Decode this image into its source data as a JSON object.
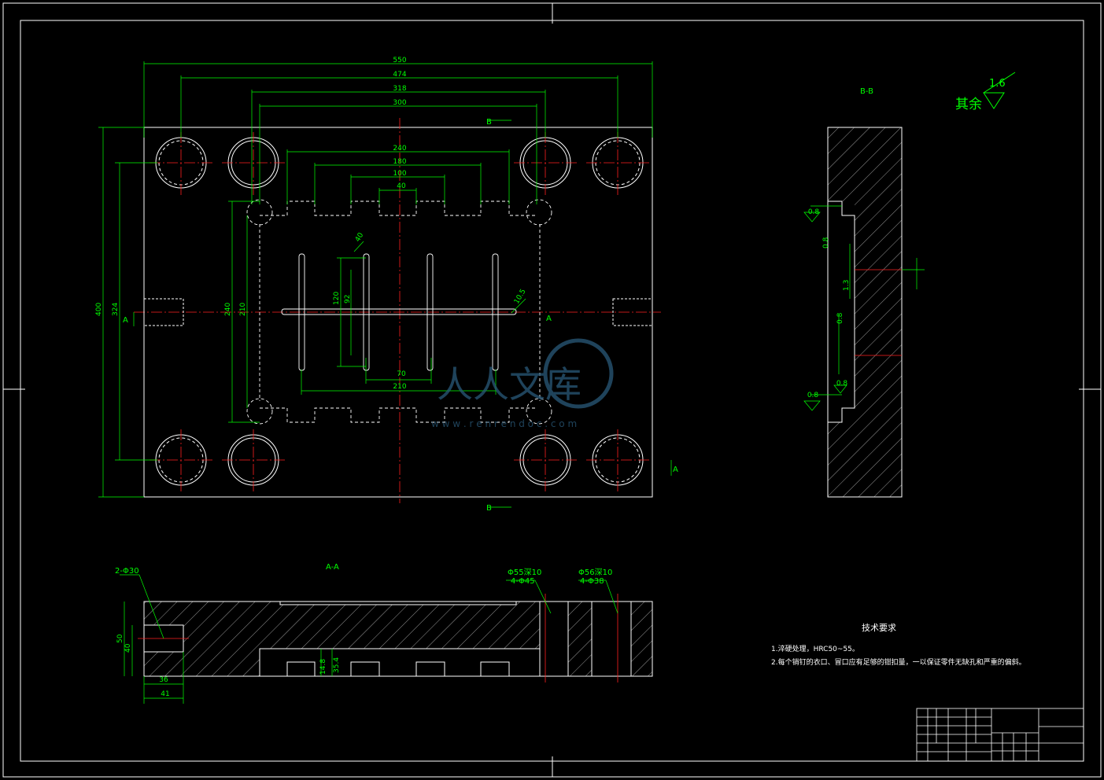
{
  "views": {
    "main": {
      "dims_h": [
        "550",
        "474",
        "318",
        "300",
        "240",
        "180",
        "100",
        "40",
        "70",
        "210"
      ],
      "dims_v": [
        "400",
        "324",
        "240",
        "210",
        "120",
        "92",
        "10.5",
        "40"
      ],
      "marks": {
        "a_left": "A",
        "a_right": "A",
        "a_bottom": "A",
        "b_top": "B",
        "b_bottom": "B"
      }
    },
    "bb": {
      "title": "B-B",
      "roughness": [
        "0.8",
        "0.8",
        "1.3",
        "0.8",
        "0.8",
        "0.8"
      ]
    },
    "aa": {
      "title": "A-A",
      "callouts": [
        "2-Φ30",
        "Φ55深10",
        "4-Φ45",
        "Φ56深10",
        "4-Φ38"
      ],
      "dims": [
        "50",
        "40",
        "36",
        "41",
        "14.8",
        "35.4"
      ]
    }
  },
  "roughness_note": {
    "prefix": "其余",
    "value": "1.6"
  },
  "tech": {
    "title": "技术要求",
    "items": [
      "1.淬硬处理，HRC50~55。",
      "2.每个销钉的衣口、冒口应有足够的钳扣量，一以保证零件无缺孔和严重的偏斜。"
    ]
  },
  "watermark": {
    "text": "人人文库",
    "url": "w w w . r e n r e n d o c . c o m"
  }
}
